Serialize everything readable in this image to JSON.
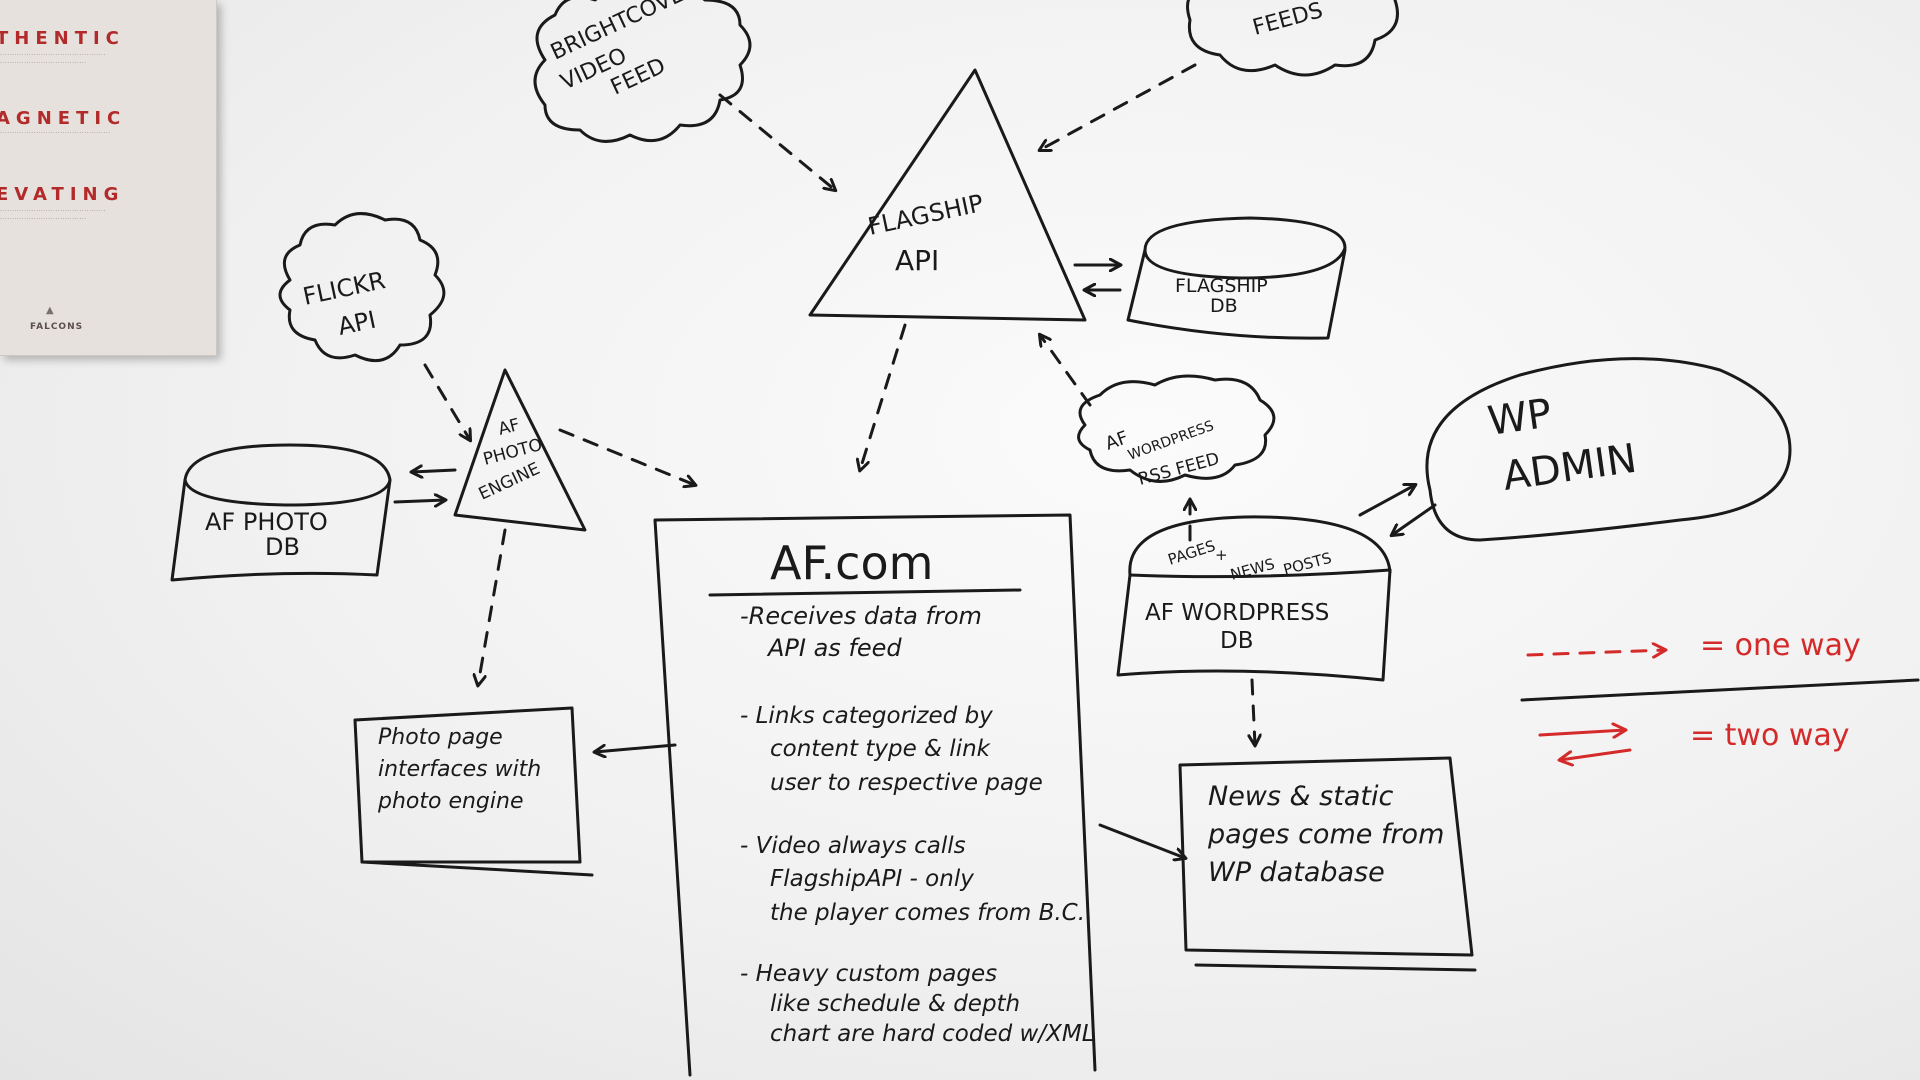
{
  "poster": {
    "headings": [
      "THENTIC",
      "AGNETIC",
      "EVATING"
    ],
    "logo": "FALCONS"
  },
  "nodes": {
    "brightcove": [
      "BRIGHTCOVE",
      "VIDEO",
      "FEED"
    ],
    "feeds": "FEEDS",
    "flickr": [
      "FLICKR",
      "API"
    ],
    "flagship_api": [
      "FLAGSHIP",
      "API"
    ],
    "flagship_db": [
      "FLAGSHIP",
      "DB"
    ],
    "photo_engine": [
      "AF",
      "PHOTO",
      "ENGINE"
    ],
    "photo_db": [
      "AF PHOTO",
      "DB"
    ],
    "rss_feed": [
      "AF",
      "WORDPRESS",
      "RSS FEED"
    ],
    "wp_admin": [
      "WP",
      "ADMIN"
    ],
    "wp_db_posts": [
      "PAGES",
      "+",
      "NEWS",
      "POSTS"
    ],
    "wp_db": [
      "AF WORDPRESS",
      "DB"
    ],
    "afcom": {
      "title": "AF.com",
      "notes": [
        [
          "-Receives data from",
          "API as feed"
        ],
        [
          "- Links categorized by",
          "content type & link",
          "user to respective page"
        ],
        [
          "- Video always calls",
          "FlagshipAPI - only",
          "the player comes from B.C."
        ],
        [
          "- Heavy custom pages",
          "like schedule & depth",
          "chart are hard coded w/XML"
        ]
      ]
    },
    "photo_page": [
      "Photo page",
      "interfaces with",
      "photo engine"
    ],
    "news_pages": [
      "News & static",
      "pages come from",
      "WP database"
    ]
  },
  "legend": {
    "one_way": "= one way",
    "two_way": "= two way"
  }
}
